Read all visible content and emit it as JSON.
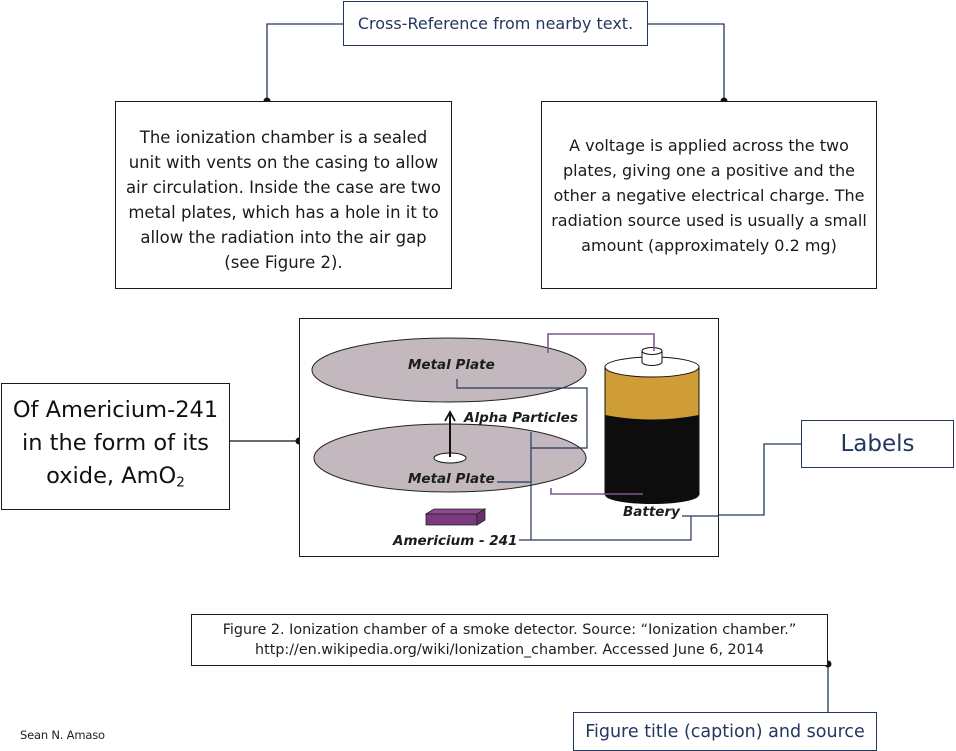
{
  "annotations": {
    "cross_reference": "Cross-Reference from nearby text.",
    "labels": "Labels",
    "caption_and_source": "Figure title (caption) and source"
  },
  "text_boxes": {
    "left": "The ionization chamber is a sealed unit with vents on the casing to allow air circulation. Inside the case are two metal plates, which has a hole in it to allow the radiation into the air gap (see Figure 2).",
    "right": "A voltage is applied across the two plates, giving one a positive and the other a negative electrical charge. The radiation source used is usually a small amount (approximately 0.2 mg)"
  },
  "americium_note": {
    "line1": "Of Americium-241",
    "line2": "in the form of its",
    "line3_prefix": "oxide, AmO",
    "line3_subscript": "2"
  },
  "diagram": {
    "labels": {
      "top_plate": "Metal Plate",
      "bottom_plate": "Metal Plate",
      "alpha": "Alpha Particles",
      "battery": "Battery",
      "source": "Americium - 241"
    },
    "colors": {
      "plate": "#c2b8be",
      "battery_gold": "#cf9d35",
      "battery_black": "#0d0d0d",
      "wire_purple": "#7a5a96",
      "source_purple": "#7b3a80",
      "leader_navy": "#24375e"
    }
  },
  "caption": {
    "line1": "Figure 2. Ionization chamber of a smoke detector. Source: “Ionization chamber.”",
    "line2": "http://en.wikipedia.org/wiki/Ionization_chamber. Accessed June 6, 2014"
  },
  "author": "Sean N. Amaso"
}
